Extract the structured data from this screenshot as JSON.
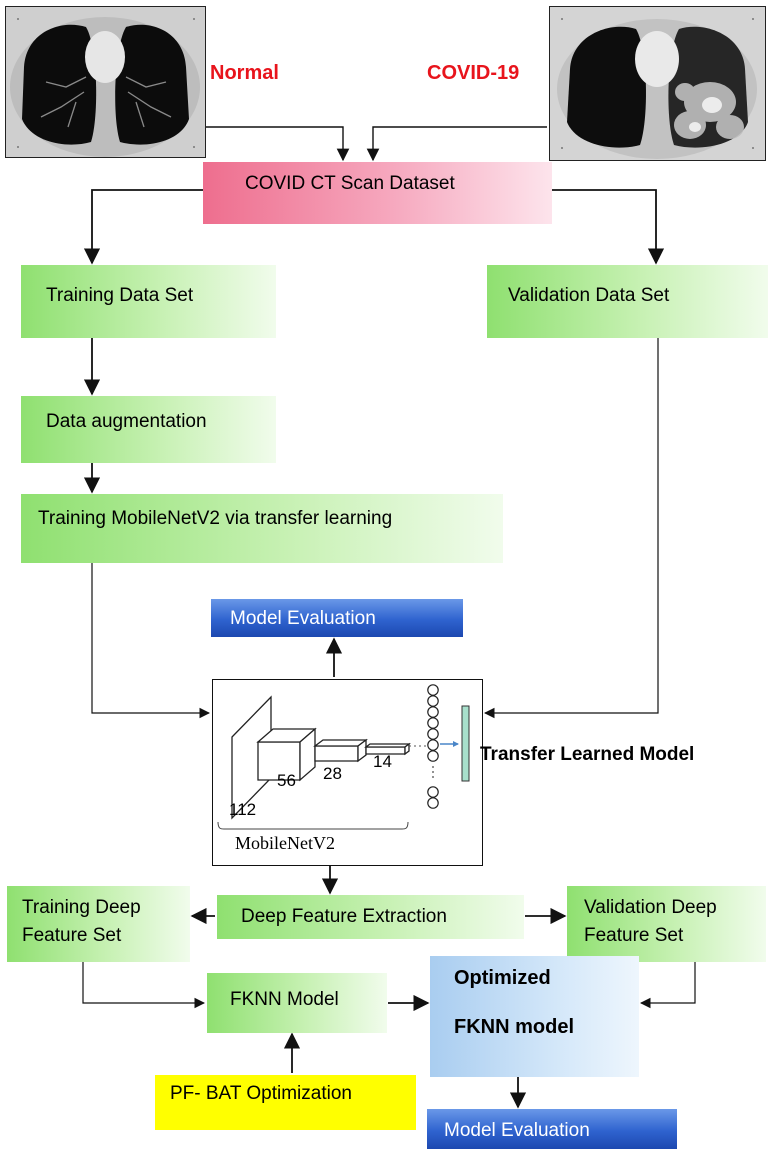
{
  "images": {
    "normal_label": "Normal",
    "covid_label": "COVID-19"
  },
  "dataset": {
    "label": "COVID CT Scan Dataset"
  },
  "training_set": {
    "label": "Training Data Set"
  },
  "validation_set": {
    "label": "Validation Data Set"
  },
  "augmentation": {
    "label": "Data augmentation"
  },
  "training_model": {
    "label": "Training MobileNetV2 via transfer learning"
  },
  "model_eval_top": {
    "label": "Model Evaluation"
  },
  "network": {
    "dims": [
      "112",
      "56",
      "28",
      "14"
    ],
    "caption": "MobileNetV2",
    "side_label": "Transfer Learned Model"
  },
  "deep_feature": {
    "label": "Deep Feature Extraction"
  },
  "training_deep": {
    "line1": "Training Deep",
    "line2": "Feature Set"
  },
  "validation_deep": {
    "line1": "Validation Deep",
    "line2": "Feature Set"
  },
  "fknn": {
    "label": "FKNN Model"
  },
  "optimized": {
    "line1": "Optimized",
    "line2": "FKNN model"
  },
  "pfbat": {
    "label": "PF- BAT Optimization"
  },
  "model_eval_bottom": {
    "label": "Model Evaluation"
  },
  "colors": {
    "green_box": "#8fe070",
    "pink_box": "#ee6e8e",
    "blue_box": "#2f63cf",
    "light_blue_box": "#a9cdf0",
    "yellow_box": "#ffff00",
    "red_text": "#e8141c",
    "feature_bar": "#a8e0cc"
  }
}
